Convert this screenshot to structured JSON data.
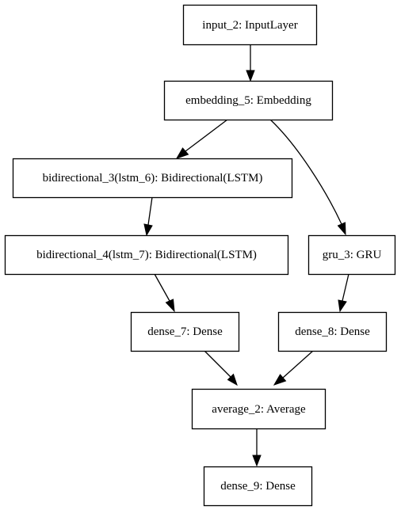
{
  "nodes": {
    "input_2": {
      "label": "input_2: InputLayer"
    },
    "embedding_5": {
      "label": "embedding_5: Embedding"
    },
    "bidirectional_3": {
      "label": "bidirectional_3(lstm_6): Bidirectional(LSTM)"
    },
    "bidirectional_4": {
      "label": "bidirectional_4(lstm_7): Bidirectional(LSTM)"
    },
    "gru_3": {
      "label": "gru_3: GRU"
    },
    "dense_7": {
      "label": "dense_7: Dense"
    },
    "dense_8": {
      "label": "dense_8: Dense"
    },
    "average_2": {
      "label": "average_2: Average"
    },
    "dense_9": {
      "label": "dense_9: Dense"
    }
  },
  "edges": [
    {
      "from": "input_2",
      "to": "embedding_5"
    },
    {
      "from": "embedding_5",
      "to": "bidirectional_3"
    },
    {
      "from": "embedding_5",
      "to": "gru_3"
    },
    {
      "from": "bidirectional_3",
      "to": "bidirectional_4"
    },
    {
      "from": "bidirectional_4",
      "to": "dense_7"
    },
    {
      "from": "gru_3",
      "to": "dense_8"
    },
    {
      "from": "dense_7",
      "to": "average_2"
    },
    {
      "from": "dense_8",
      "to": "average_2"
    },
    {
      "from": "average_2",
      "to": "dense_9"
    }
  ]
}
